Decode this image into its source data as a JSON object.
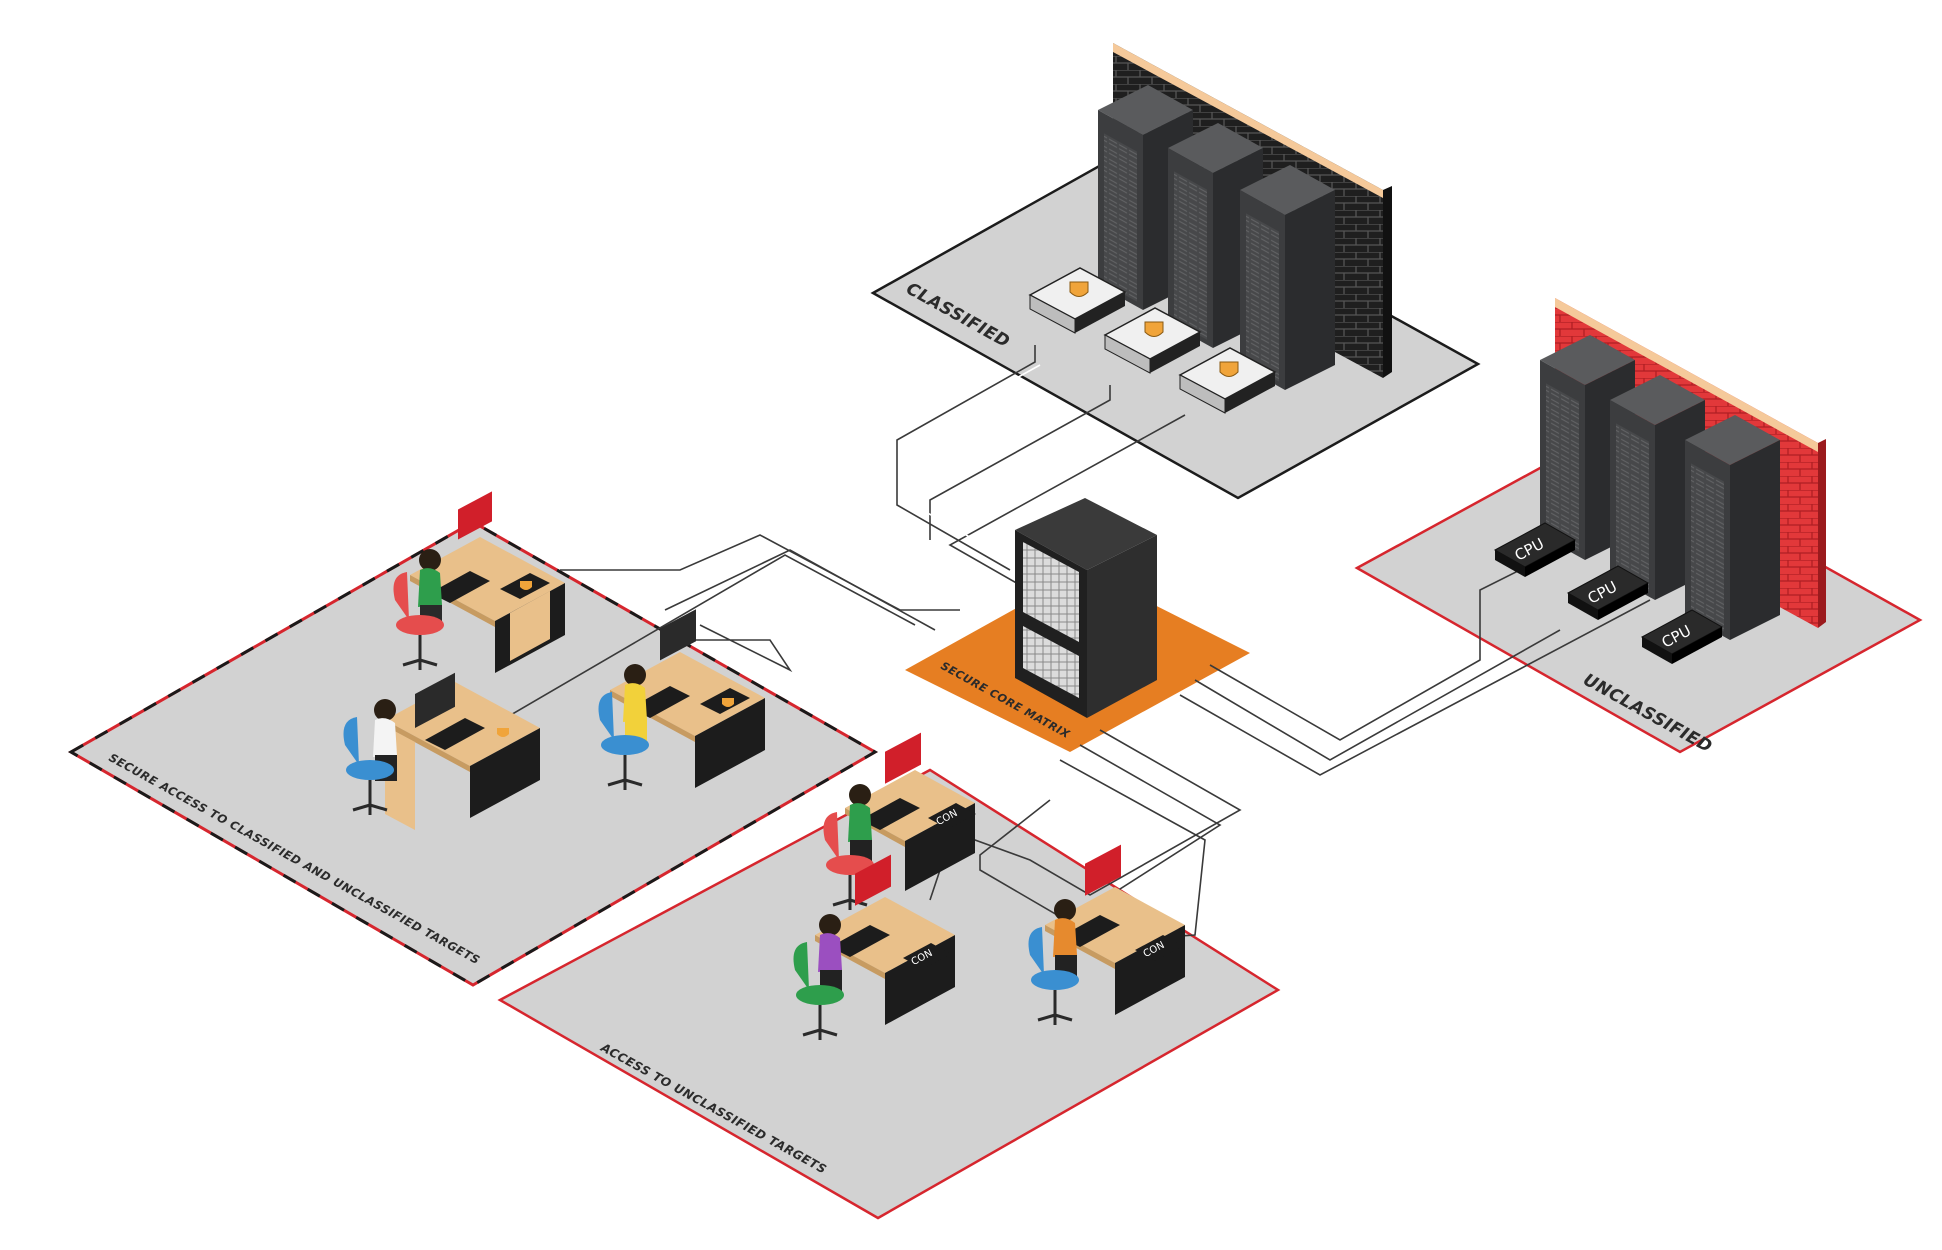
{
  "zones": {
    "classified": {
      "label": "CLASSIFIED"
    },
    "unclassified": {
      "label": "UNCLASSIFIED"
    },
    "core": {
      "label": "SECURE CORE MATRIX"
    },
    "secure_access": {
      "label": "SECURE ACCESS TO CLASSIFIED AND UNCLASSIFIED TARGETS"
    },
    "unclassified_access": {
      "label": "ACCESS TO UNCLASSIFIED TARGETS"
    }
  },
  "devices": {
    "cpu_label": "CPU",
    "con_label": "CON"
  },
  "colors": {
    "floor": "#d2d2d2",
    "floor_edge_red": "#d6262e",
    "floor_edge_black": "#222222",
    "core_pad": "#e67e22",
    "brick_black": "#2a2a2a",
    "brick_red": "#e03a3a",
    "brick_cap": "#f5c99a",
    "rack": "#3e3f41",
    "desk": "#e9c08a",
    "monitor": "#d11f2a",
    "shield": "#f0a43a"
  },
  "icons": [
    "server-rack-icon",
    "firewall-wall-icon",
    "secure-kvm-shield-icon",
    "cpu-module-icon",
    "con-module-icon",
    "workstation-desk-icon",
    "operator-person-icon",
    "office-chair-icon",
    "core-matrix-switch-icon"
  ]
}
